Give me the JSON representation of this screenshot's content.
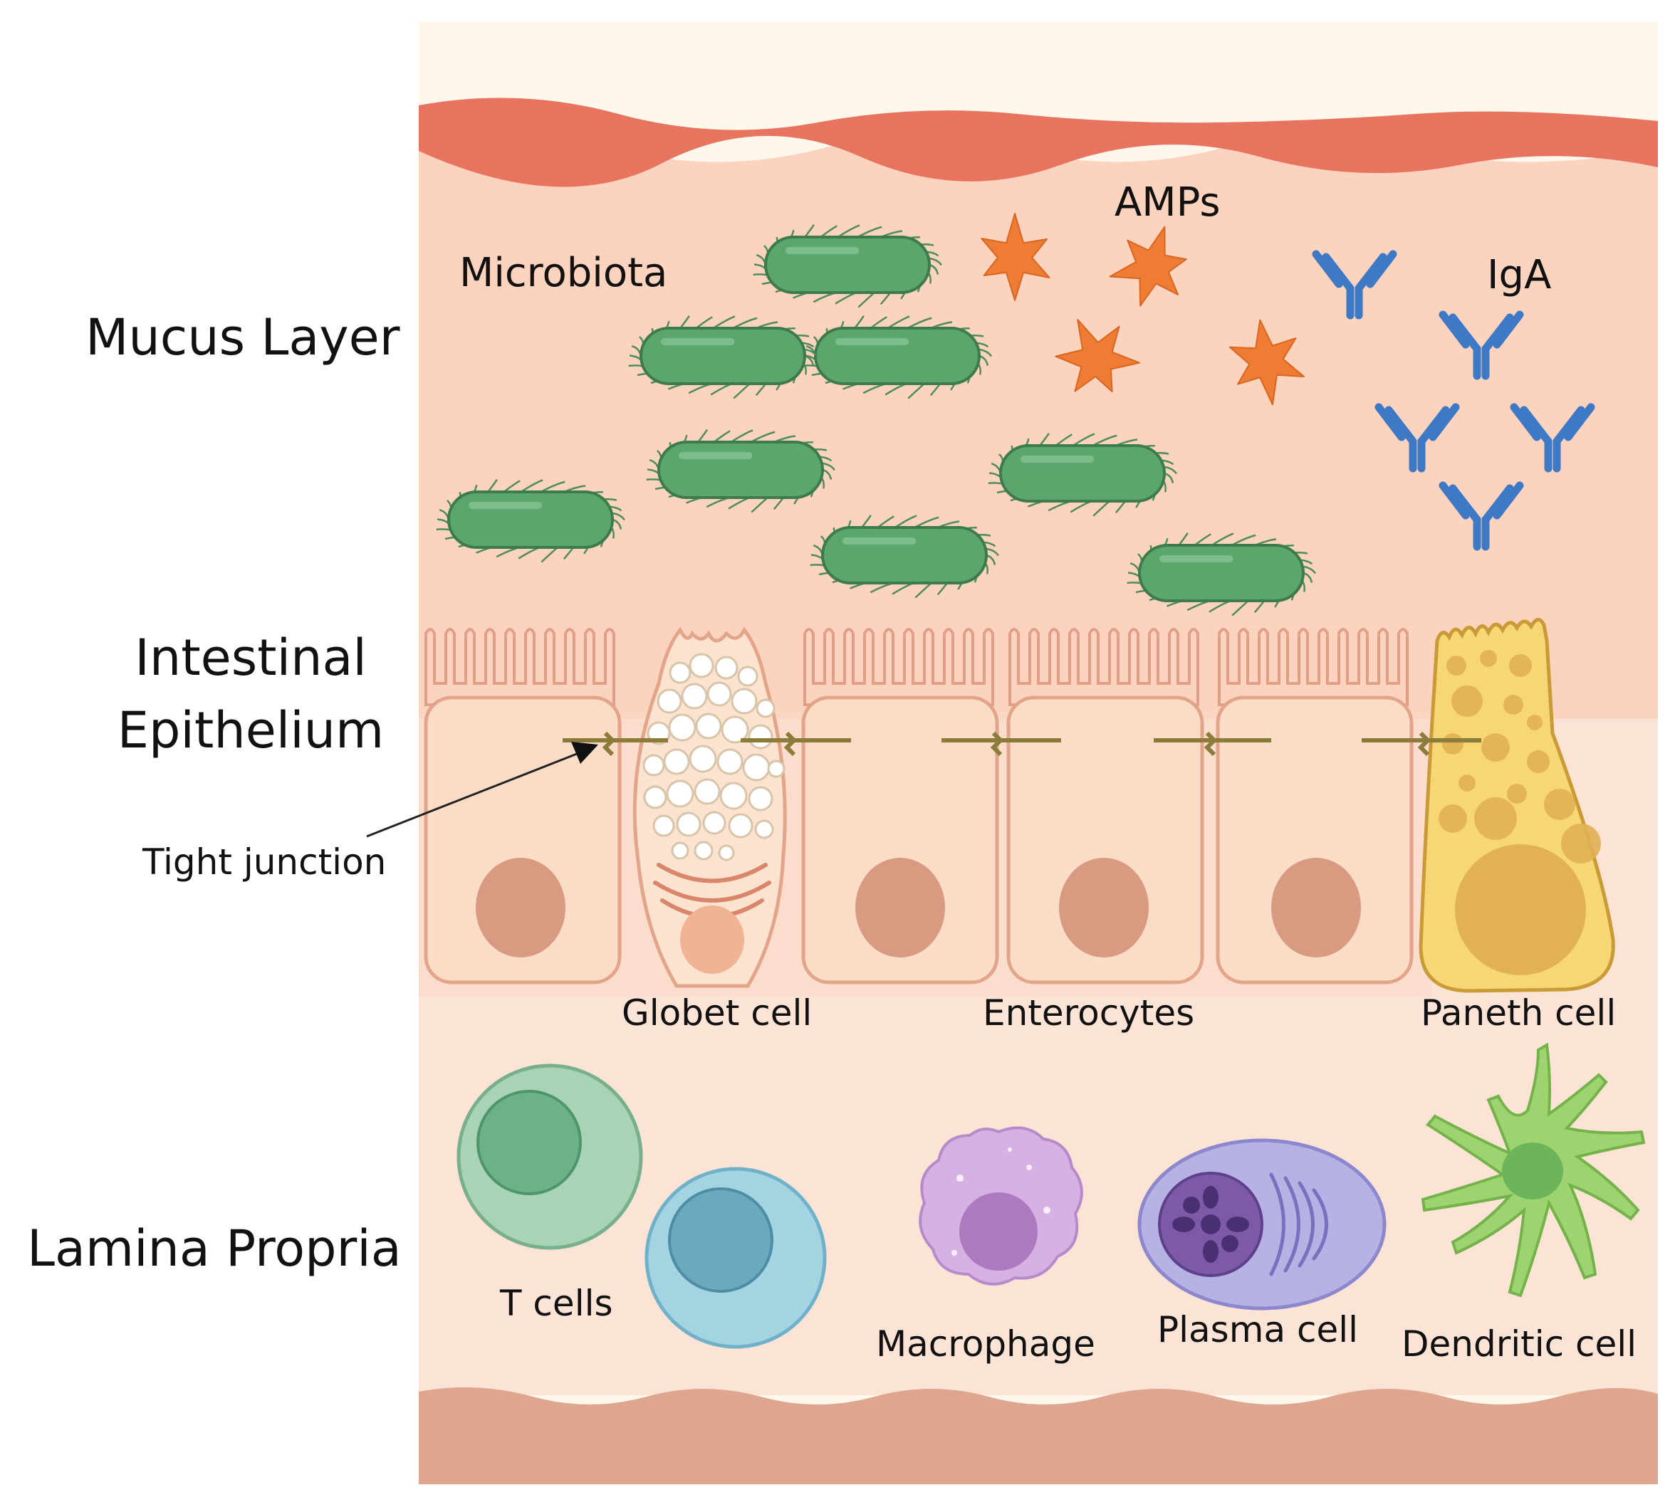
{
  "diagram": {
    "side_labels": {
      "mucus_layer": "Mucus Layer",
      "epithelium_line1": "Intestinal",
      "epithelium_line2": "Epithelium",
      "lamina_propria": "Lamina Propria"
    },
    "labels": {
      "microbiota": "Microbiota",
      "amps": "AMPs",
      "iga": "IgA",
      "tight_junction": "Tight junction",
      "globet_cell": "Globet cell",
      "enterocytes": "Enterocytes",
      "paneth_cell": "Paneth cell",
      "t_cells": "T cells",
      "macrophage": "Macrophage",
      "plasma_cell": "Plasma cell",
      "dendritic_cell": "Dendritic cell"
    },
    "colors": {
      "mucus": "#fbd3bf",
      "lamina": "#fbe3d6",
      "top_band": "#e8735f",
      "bottom_band": "#dea68e",
      "bacteria": "#5aa66c",
      "amp": "#ef7c35",
      "iga": "#3e79c6",
      "enterocyte": "#fbdcc6",
      "nucleus": "#d99a82",
      "paneth": "#f7d675",
      "t_cell_green": "#a8d3b5",
      "t_cell_blue": "#a4d4e2",
      "macrophage": "#d8b1e4",
      "plasma": "#b6b2e4",
      "dendritic": "#9ed46f"
    }
  }
}
